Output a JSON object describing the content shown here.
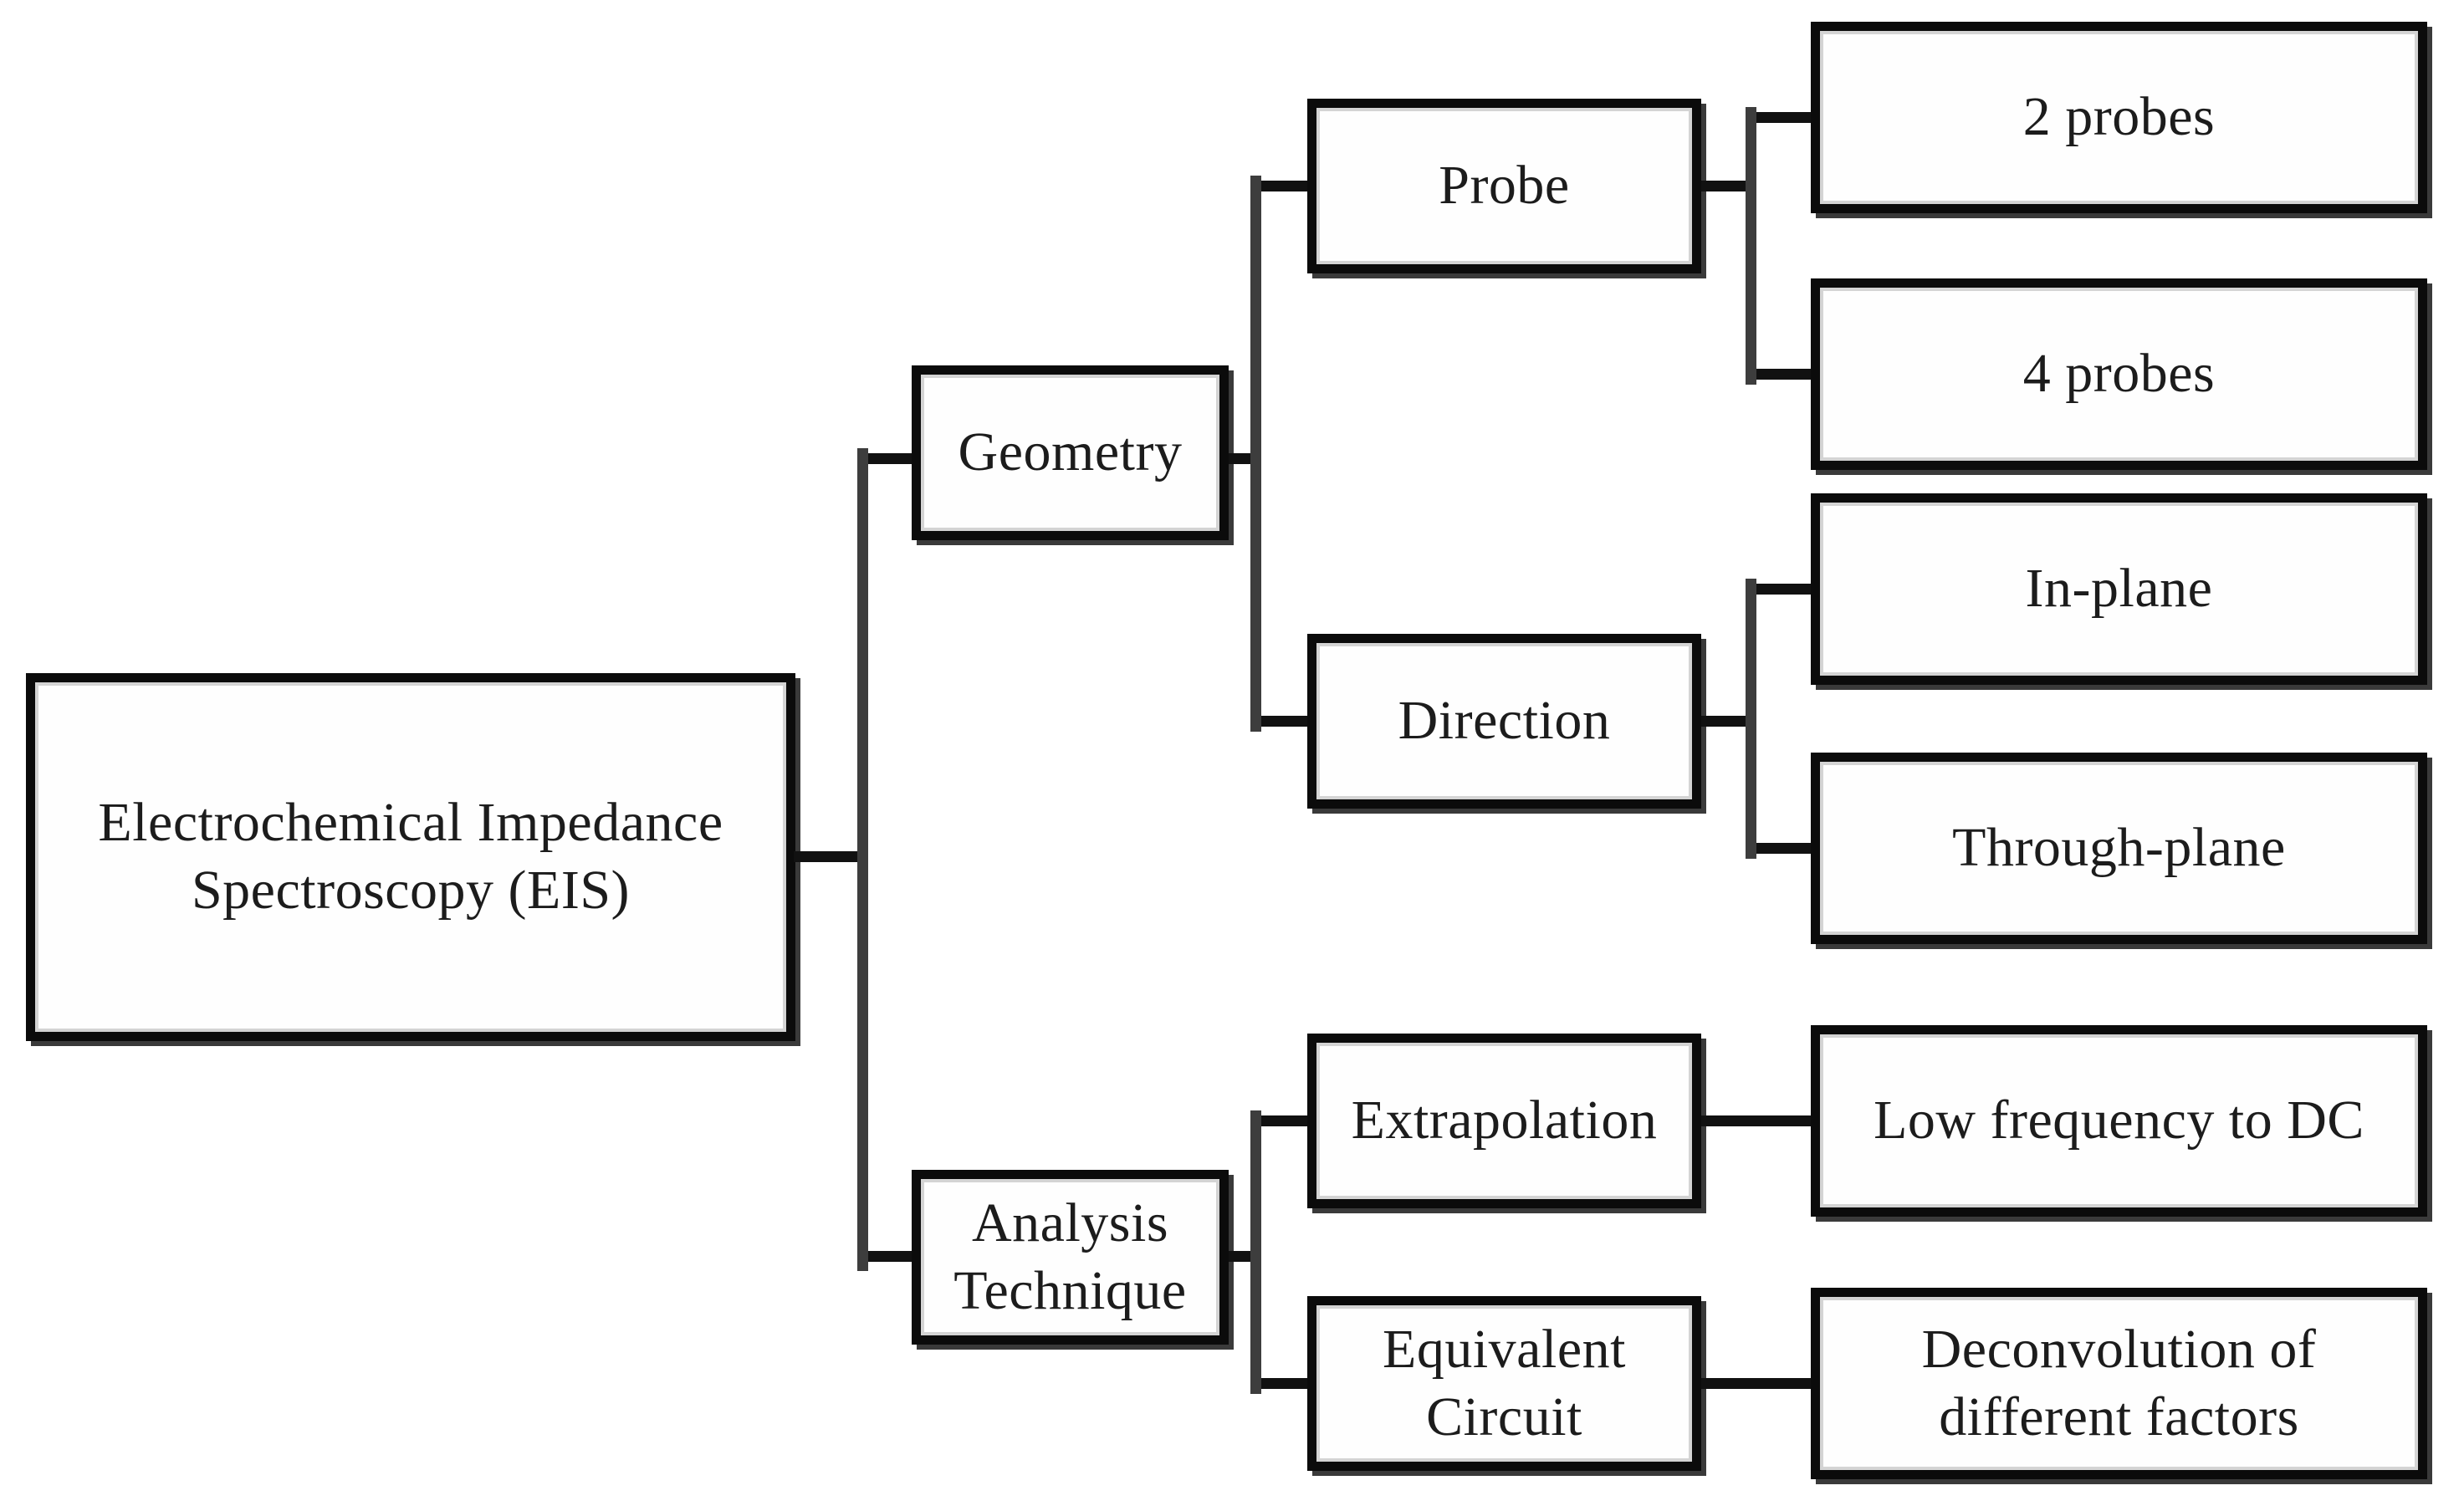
{
  "figure": {
    "type": "tree-diagram",
    "orientation": "left-to-right",
    "colors": {
      "background": "#ffffff",
      "box_fill": "#fefefe",
      "box_border": "#0b0b0b",
      "box_shadow": "#3a3a3a",
      "box_inner_highlight": "#d4d4d4",
      "connector_horizontal": "#111111",
      "connector_vertical_trunk": "#3d3d3d",
      "text": "#1c1c1c"
    }
  },
  "nodes": {
    "eis": {
      "label": "Electrochemical Impedance\nSpectroscopy (EIS)"
    },
    "geometry": {
      "label": "Geometry"
    },
    "analysis_technique": {
      "label": "Analysis\nTechnique"
    },
    "probe": {
      "label": "Probe"
    },
    "direction": {
      "label": "Direction"
    },
    "extrapolation": {
      "label": "Extrapolation"
    },
    "equivalent_circuit": {
      "label": "Equivalent\nCircuit"
    },
    "two_probes": {
      "label": "2 probes"
    },
    "four_probes": {
      "label": "4 probes"
    },
    "in_plane": {
      "label": "In-plane"
    },
    "through_plane": {
      "label": "Through-plane"
    },
    "low_frequency_to_dc": {
      "label": "Low frequency to DC"
    },
    "deconvolution": {
      "label": "Deconvolution of\ndifferent factors"
    }
  },
  "edges": [
    [
      "eis",
      "geometry"
    ],
    [
      "eis",
      "analysis_technique"
    ],
    [
      "geometry",
      "probe"
    ],
    [
      "geometry",
      "direction"
    ],
    [
      "probe",
      "two_probes"
    ],
    [
      "probe",
      "four_probes"
    ],
    [
      "direction",
      "in_plane"
    ],
    [
      "direction",
      "through_plane"
    ],
    [
      "analysis_technique",
      "extrapolation"
    ],
    [
      "analysis_technique",
      "equivalent_circuit"
    ],
    [
      "extrapolation",
      "low_frequency_to_dc"
    ],
    [
      "equivalent_circuit",
      "deconvolution"
    ]
  ]
}
